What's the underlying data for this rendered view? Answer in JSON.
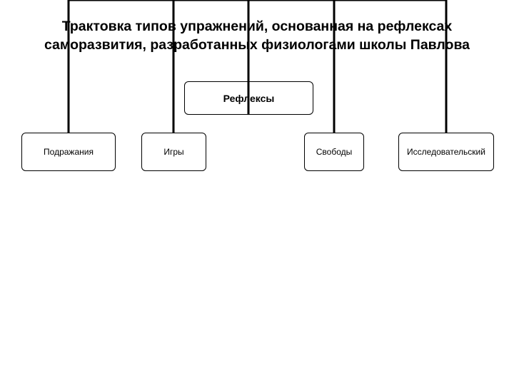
{
  "title": {
    "line1": "Трактовка типов упражнений,  основанная на рефлексах",
    "line2": "саморазвития, разработанных физиологами школы Павлова"
  },
  "diagram": {
    "root": "Рефлексы",
    "children": [
      "Подражания",
      "Игры",
      "Свободы",
      "Исследовательский"
    ]
  },
  "colors": {
    "line": "#000000",
    "box_border": "#000000",
    "background": "#ffffff"
  }
}
